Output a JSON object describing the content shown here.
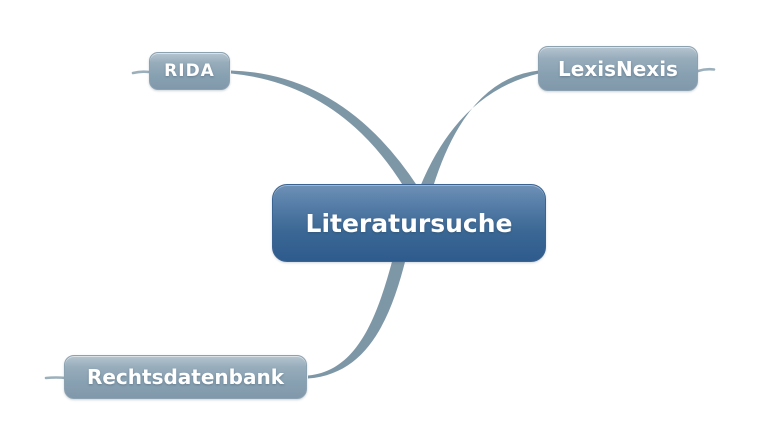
{
  "diagram": {
    "type": "mindmap",
    "nodes": {
      "center": {
        "label": "Literatursuche"
      },
      "rida": {
        "label": "RIDA"
      },
      "lexisnexis": {
        "label": "LexisNexis"
      },
      "rechtsdatenbank": {
        "label": "Rechtsdatenbank"
      }
    },
    "edges": [
      {
        "from": "center",
        "to": "rida"
      },
      {
        "from": "center",
        "to": "lexisnexis"
      },
      {
        "from": "center",
        "to": "rechtsdatenbank"
      }
    ]
  },
  "colors": {
    "background": "#ffffff",
    "center_top": "#6e91b6",
    "center_bottom": "#2e5b8d",
    "center_border": "#3b6391",
    "branch_top": "#b6c5d0",
    "branch_bottom": "#8098ab",
    "branch_border": "#8da2b0",
    "connector": "#7e97a7",
    "stub": "#9cb0bc",
    "text": "#ffffff"
  }
}
